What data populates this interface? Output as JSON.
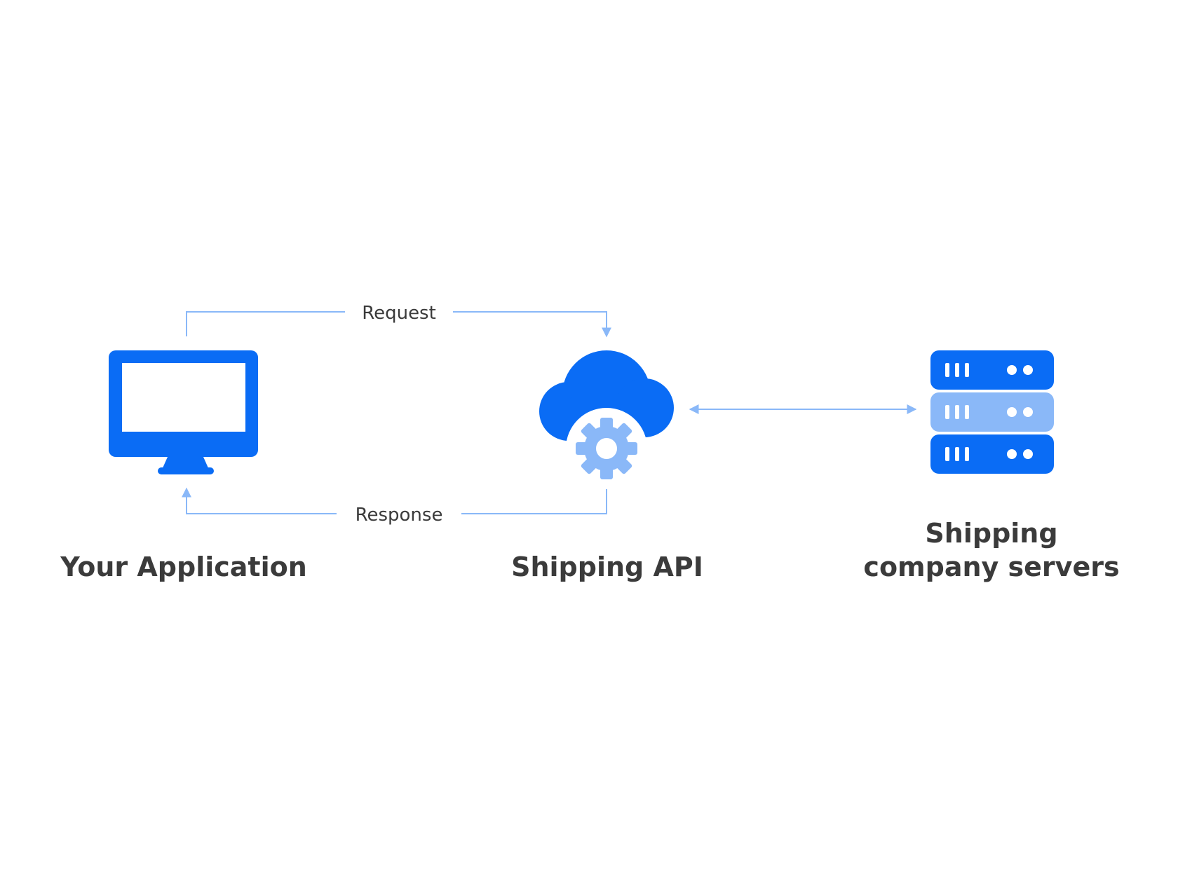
{
  "nodes": {
    "application": {
      "label": "Your Application"
    },
    "api": {
      "label": "Shipping API"
    },
    "servers": {
      "label_line1": "Shipping",
      "label_line2": "company servers"
    }
  },
  "edges": {
    "request": {
      "label": "Request"
    },
    "response": {
      "label": "Response"
    }
  },
  "colors": {
    "primary": "#0a6cf5",
    "light": "#8ab8f8",
    "text": "#3b3b3b",
    "background": "#ffffff"
  },
  "icons": {
    "application": "desktop-monitor-icon",
    "api": "cloud-gear-icon",
    "servers": "server-stack-icon"
  }
}
